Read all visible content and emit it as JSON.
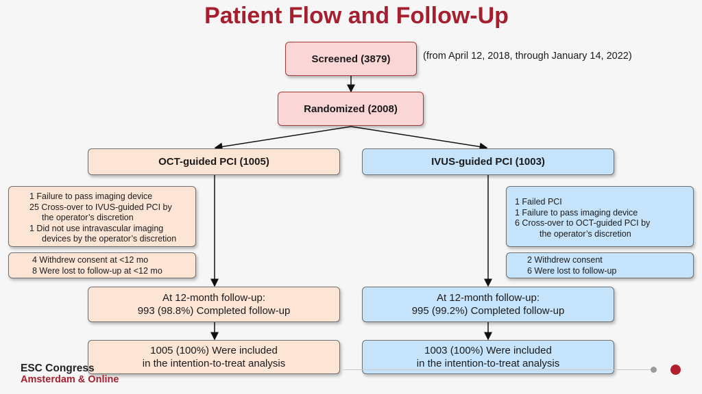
{
  "title": "Patient Flow and Follow-Up",
  "screened": "Screened (3879)",
  "date_note": "(from April 12, 2018, through January 14, 2022)",
  "randomized": "Randomized (2008)",
  "oct": {
    "header": "OCT-guided PCI (1005)",
    "exclusions": [
      "1 Failure to pass imaging device",
      "25 Cross-over to IVUS-guided PCI by",
      "the operator’s discretion",
      "1 Did not use intravascular imaging",
      "devices by the operator’s discretion"
    ],
    "withdrawals": [
      "4 Withdrew consent at <12 mo",
      "8 Were lost to follow-up at <12 mo"
    ],
    "followup": [
      "At 12-month follow-up:",
      "993 (98.8%) Completed follow-up"
    ],
    "itt": [
      "1005 (100%) Were included",
      "in the intention-to-treat analysis"
    ]
  },
  "ivus": {
    "header": "IVUS-guided PCI (1003)",
    "exclusions": [
      "1 Failed PCI",
      "1 Failure to pass imaging device",
      "6 Cross-over to OCT-guided PCI by",
      "the operator’s discretion"
    ],
    "withdrawals": [
      "2 Withdrew consent",
      "6 Were lost to follow-up"
    ],
    "followup": [
      "At 12-month follow-up:",
      "995 (99.2%) Completed follow-up"
    ],
    "itt": [
      "1003 (100%) Were included",
      "in the intention-to-treat analysis"
    ]
  },
  "logo": {
    "line1": "ESC Congress",
    "line2": "Amsterdam & Online"
  },
  "colors": {
    "title": "#a51f2f",
    "oct_fill": "#fde5d6",
    "ivus_fill": "#c5e3fb",
    "screen_fill": "#fbd6d6"
  }
}
